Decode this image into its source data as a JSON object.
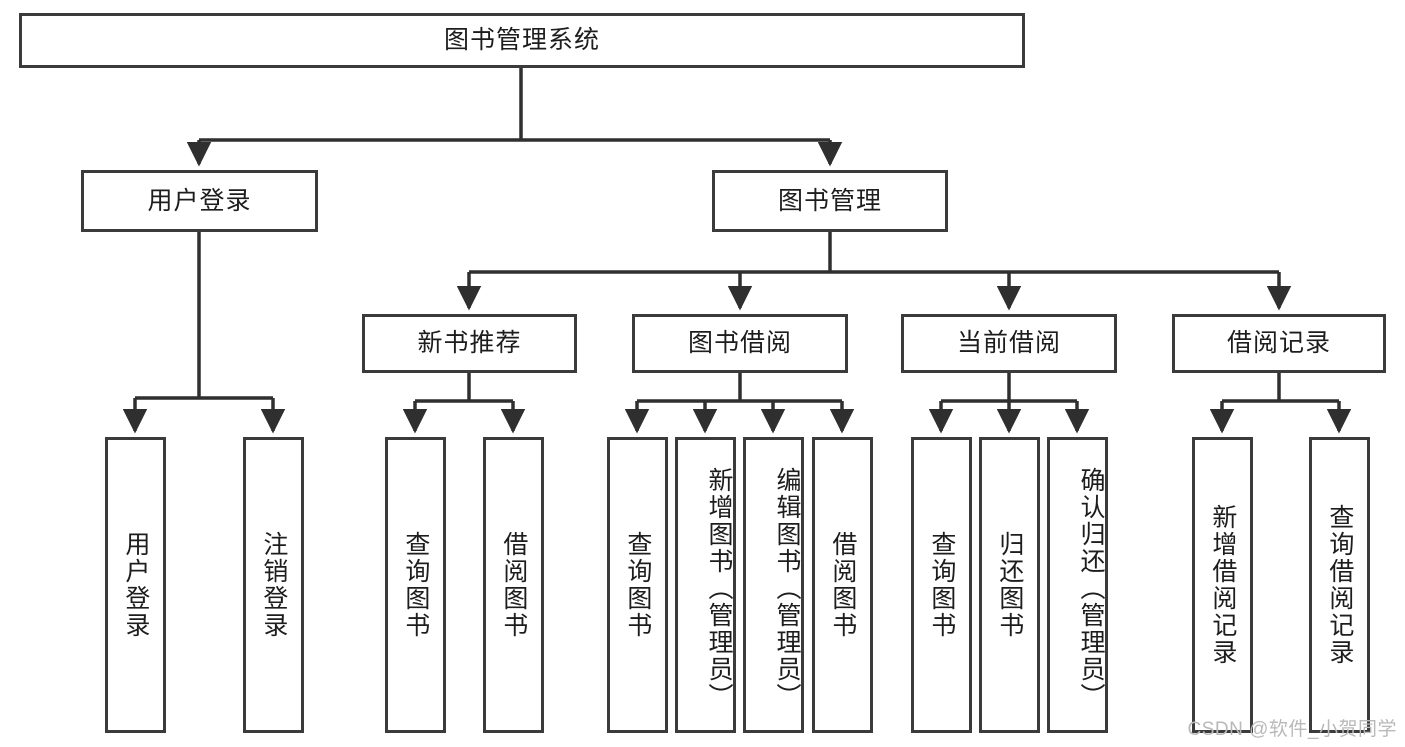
{
  "diagram": {
    "title": "图书管理系统",
    "type": "tree",
    "watermark": "CSDN @软件_小贺同学",
    "colors": {
      "box_border": "#3b3b3b",
      "box_fill": "#ffffff",
      "edge": "#2f2f2f",
      "text": "#1d1d1d",
      "watermark": "#b9b9b9",
      "background": "#ffffff"
    },
    "levels": {
      "root": {
        "label": "图书管理系统"
      },
      "level2": [
        {
          "label": "用户登录"
        },
        {
          "label": "图书管理"
        }
      ],
      "level3": [
        {
          "label": "新书推荐"
        },
        {
          "label": "图书借阅"
        },
        {
          "label": "当前借阅"
        },
        {
          "label": "借阅记录"
        }
      ],
      "leaves": [
        {
          "label": "用户登录",
          "parent": "用户登录"
        },
        {
          "label": "注销登录",
          "parent": "用户登录"
        },
        {
          "label": "查询图书",
          "parent": "新书推荐"
        },
        {
          "label": "借阅图书",
          "parent": "新书推荐"
        },
        {
          "label": "查询图书",
          "parent": "图书借阅"
        },
        {
          "label": "新增图书（管理员）",
          "parent": "图书借阅"
        },
        {
          "label": "编辑图书（管理员）",
          "parent": "图书借阅"
        },
        {
          "label": "借阅图书",
          "parent": "图书借阅"
        },
        {
          "label": "查询图书",
          "parent": "当前借阅"
        },
        {
          "label": "归还图书",
          "parent": "当前借阅"
        },
        {
          "label": "确认归还（管理员）",
          "parent": "当前借阅"
        },
        {
          "label": "新增借阅记录",
          "parent": "借阅记录"
        },
        {
          "label": "查询借阅记录",
          "parent": "借阅记录"
        }
      ]
    }
  }
}
